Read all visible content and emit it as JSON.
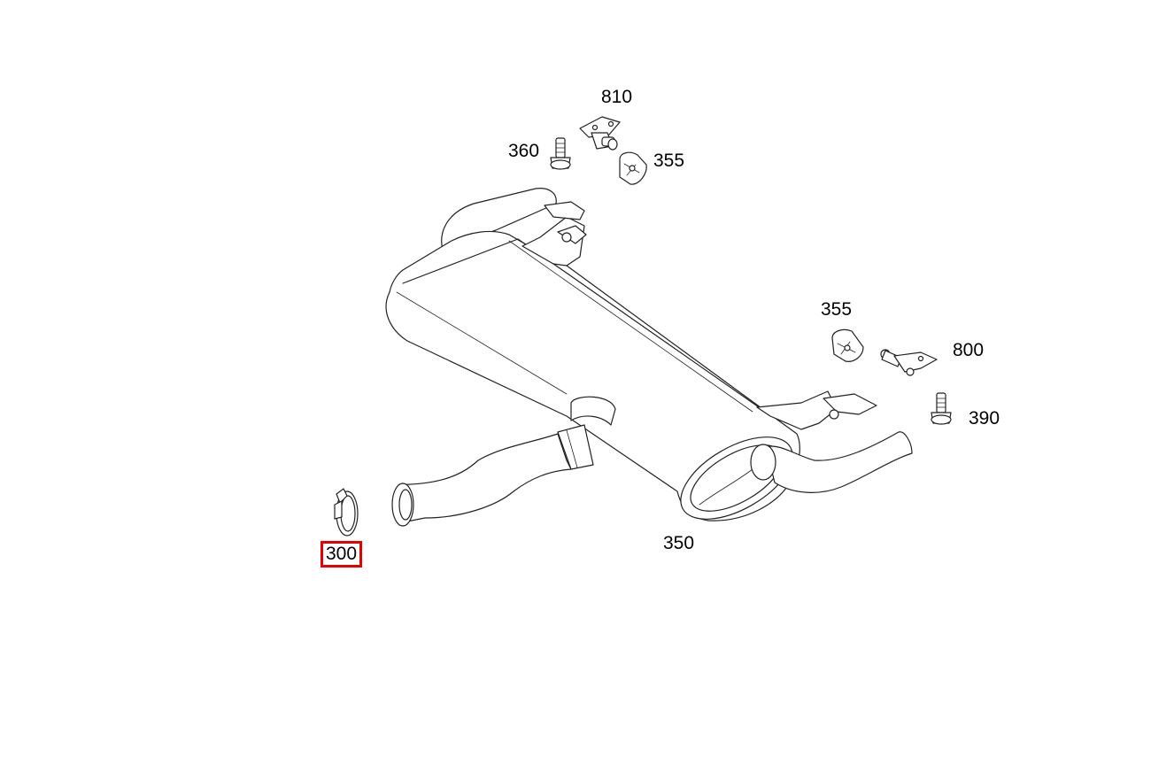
{
  "diagram": {
    "parts": [
      {
        "id": "p300",
        "label": "300",
        "selected": true
      },
      {
        "id": "p350",
        "label": "350",
        "selected": false
      },
      {
        "id": "p355a",
        "label": "355",
        "selected": false
      },
      {
        "id": "p355b",
        "label": "355",
        "selected": false
      },
      {
        "id": "p360",
        "label": "360",
        "selected": false
      },
      {
        "id": "p390",
        "label": "390",
        "selected": false
      },
      {
        "id": "p800",
        "label": "800",
        "selected": false
      },
      {
        "id": "p810",
        "label": "810",
        "selected": false
      }
    ],
    "colors": {
      "line": "#222222",
      "highlight": "#e60000",
      "background": "#ffffff"
    }
  }
}
